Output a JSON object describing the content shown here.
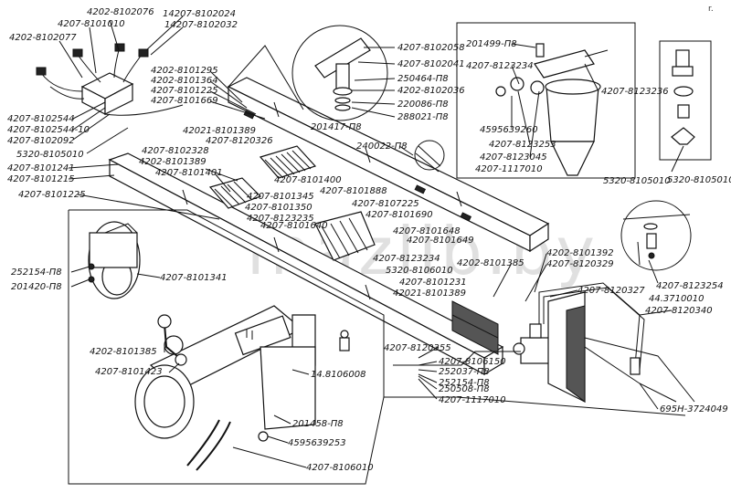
{
  "watermark": "mazlib.by",
  "corner_mark": "r.",
  "labels": {
    "l01": "4202-8102076",
    "l02": "4207-8101010",
    "l03": "4202-8102077",
    "l04": "14207-8102024",
    "l05": "14207-8102032",
    "l06": "4207-8102058",
    "l07": "4207-8102041",
    "l08": "250464-П8",
    "l09": "4202-8102036",
    "l10": "220086-П8",
    "l11": "288021-П8",
    "l12": "201417-П8",
    "l13": "201499-П8",
    "l14": "4207-8123234",
    "l15": "4207-8123236",
    "l16": "4595639260",
    "l17": "4207-8123253",
    "l18": "4207-8123045",
    "l19": "4207-1117010",
    "l20": "4202-8101295",
    "l21": "4202-8101364",
    "l22": "4207-8101225",
    "l23": "4207-8101669",
    "l24": "4207-8102544",
    "l25": "4207-8102544-10",
    "l26": "4207-8102092",
    "l27": "5320-8105010",
    "l28": "42021-8101389",
    "l29": "4207-8120326",
    "l30": "240022-П8",
    "l31": "4207-8102328",
    "l32": "4202-8101389",
    "l33": "4207-8101401",
    "l34": "4207-8101241",
    "l35": "4207-8101215",
    "l36": "4207-8101225",
    "l37": "4207-8101400",
    "l38": "4207-8101888",
    "l39": "4207-8101345",
    "l40": "4207-8101350",
    "l41": "4207-8107225",
    "l42": "4207-8123235",
    "l43": "4207-8101690",
    "l44": "4207-8101640",
    "l45": "4207-8101648",
    "l46": "4207-8101649",
    "l47": "5320-8105010",
    "l48": "4202-8101392",
    "l49": "4207-8120329",
    "l50": "4202-8101385",
    "l51": "4207-8123234",
    "l52": "5320-8106010",
    "l53": "4207-8101231",
    "l54": "42021-8101389",
    "l55": "4207-8120327",
    "l56": "4207-8123254",
    "l57": "44.3710010",
    "l58": "4207-8120340",
    "l59": "252154-П8",
    "l60": "201420-П8",
    "l61": "4207-8101341",
    "l62": "4202-8101385",
    "l63": "4207-8101423",
    "l64": "4207-8120355",
    "l65": "4207-8106150",
    "l66": "252037-П8",
    "l67": "252154-П8",
    "l68": "250508-П8",
    "l69": "4207-1117010",
    "l70": "14.8106008",
    "l71": "201458-П8",
    "l72": "4595639253",
    "l73": "4207-8106010",
    "l74": "695Н-3724049",
    "l75": "5320-8105010"
  }
}
